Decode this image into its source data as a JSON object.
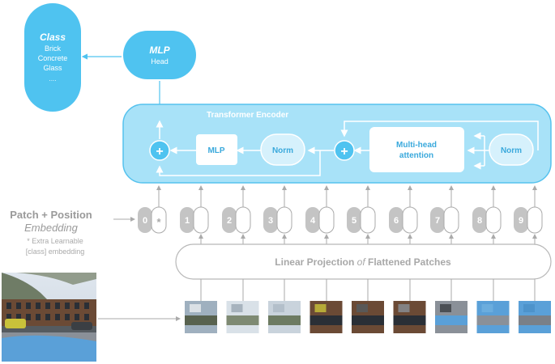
{
  "class_box": {
    "title": "Class",
    "items": [
      "Brick",
      "Concrete",
      "Glass",
      "...."
    ]
  },
  "mlp_head": {
    "title": "MLP",
    "subtitle": "Head"
  },
  "encoder": {
    "title": "Transformer Encoder",
    "mlp_label": "MLP",
    "norm1_label": "Norm",
    "attention_label_line1": "Multi-head",
    "attention_label_line2": "attention",
    "norm2_label": "Norm",
    "plus_symbol": "+"
  },
  "embedding": {
    "line1": "Patch + Position",
    "line2": "Embedding",
    "note_line1": "* Extra Learnable",
    "note_line2": "[class] embedding"
  },
  "tokens": [
    "0",
    "1",
    "2",
    "3",
    "4",
    "5",
    "6",
    "7",
    "8",
    "9"
  ],
  "class_token_mark": "*",
  "linear_projection": {
    "part1": "Linear Projection ",
    "part2": "of",
    "part3": " Flattened Patches"
  },
  "patch_count": 9,
  "colors": {
    "accent_blue": "#4fc3f0",
    "encoder_fill": "#a8e2f8",
    "encoder_stroke": "#55c2ee",
    "text_blue": "#3aa9dc",
    "token_gray": "#c4c4c4",
    "line_gray": "#aaaaaa",
    "text_gray": "#aaaaaa"
  }
}
